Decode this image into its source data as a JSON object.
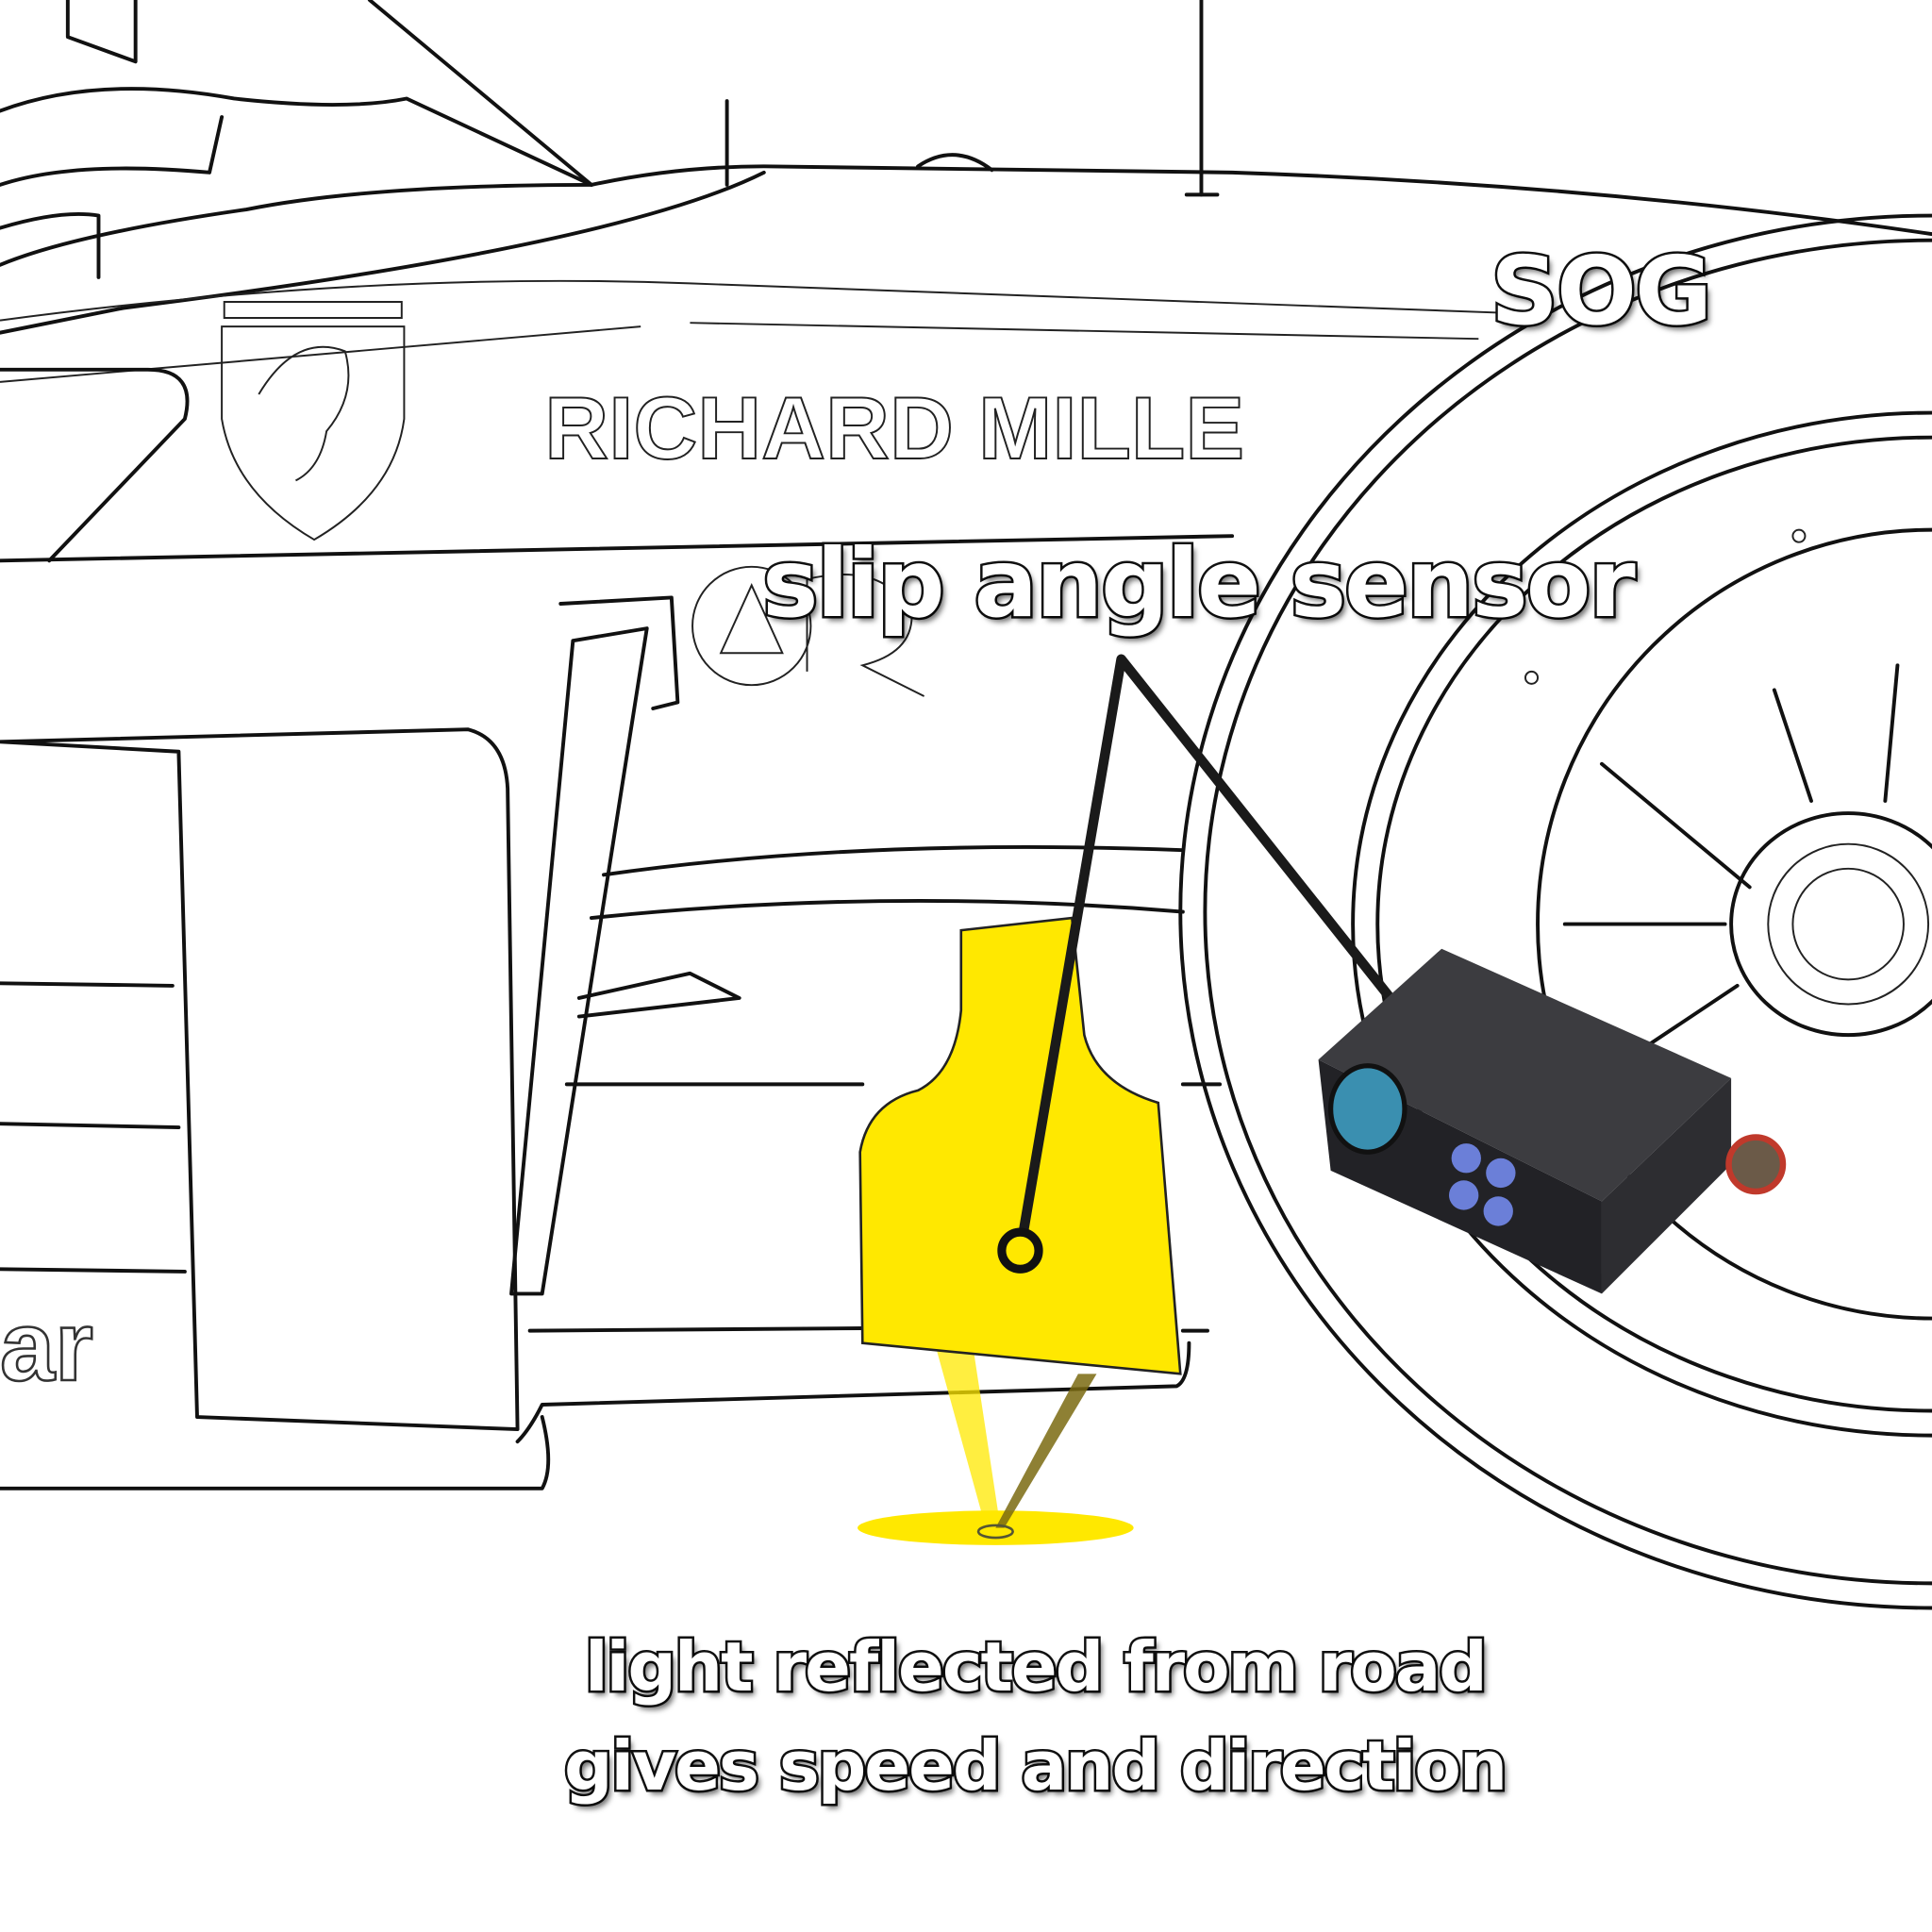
{
  "livery": {
    "sponsor_text": "RICHARD MILLE",
    "logo_fragment": "ar",
    "badge_letters": "S F"
  },
  "annotation": {
    "title": "SOG",
    "subtitle": "slip angle sensor"
  },
  "caption": {
    "line1": "light reflected from road",
    "line2": "gives speed and direction"
  },
  "colors": {
    "highlight": "#FFE800",
    "sensor_body": "#2b2b2e",
    "lens": "#3a8fb0",
    "leds": "#6b7fd8",
    "connector": "#c0392b"
  }
}
